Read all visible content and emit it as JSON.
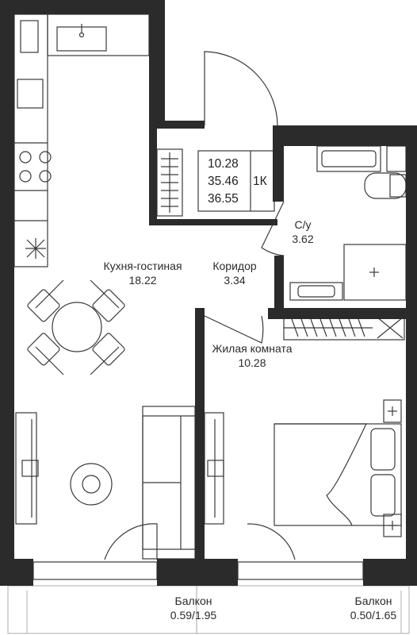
{
  "info_box": {
    "living_area": "10.28",
    "total_area": "35.46",
    "total_area_with_balcony": "36.55",
    "room_count": "1К"
  },
  "rooms": {
    "kitchen": {
      "name": "Кухня-гостиная",
      "area": "18.22"
    },
    "corridor": {
      "name": "Коридор",
      "area": "3.34"
    },
    "bathroom": {
      "name": "С/у",
      "area": "3.62"
    },
    "bedroom": {
      "name": "Жилая комната",
      "area": "10.28"
    },
    "balcony_left": {
      "name": "Балкон",
      "area": "0.59/1.95"
    },
    "balcony_right": {
      "name": "Балкон",
      "area": "0.50/1.65"
    }
  },
  "colors": {
    "wall": "#2b2b2b",
    "line": "#3a3a3a",
    "background": "#ffffff"
  }
}
